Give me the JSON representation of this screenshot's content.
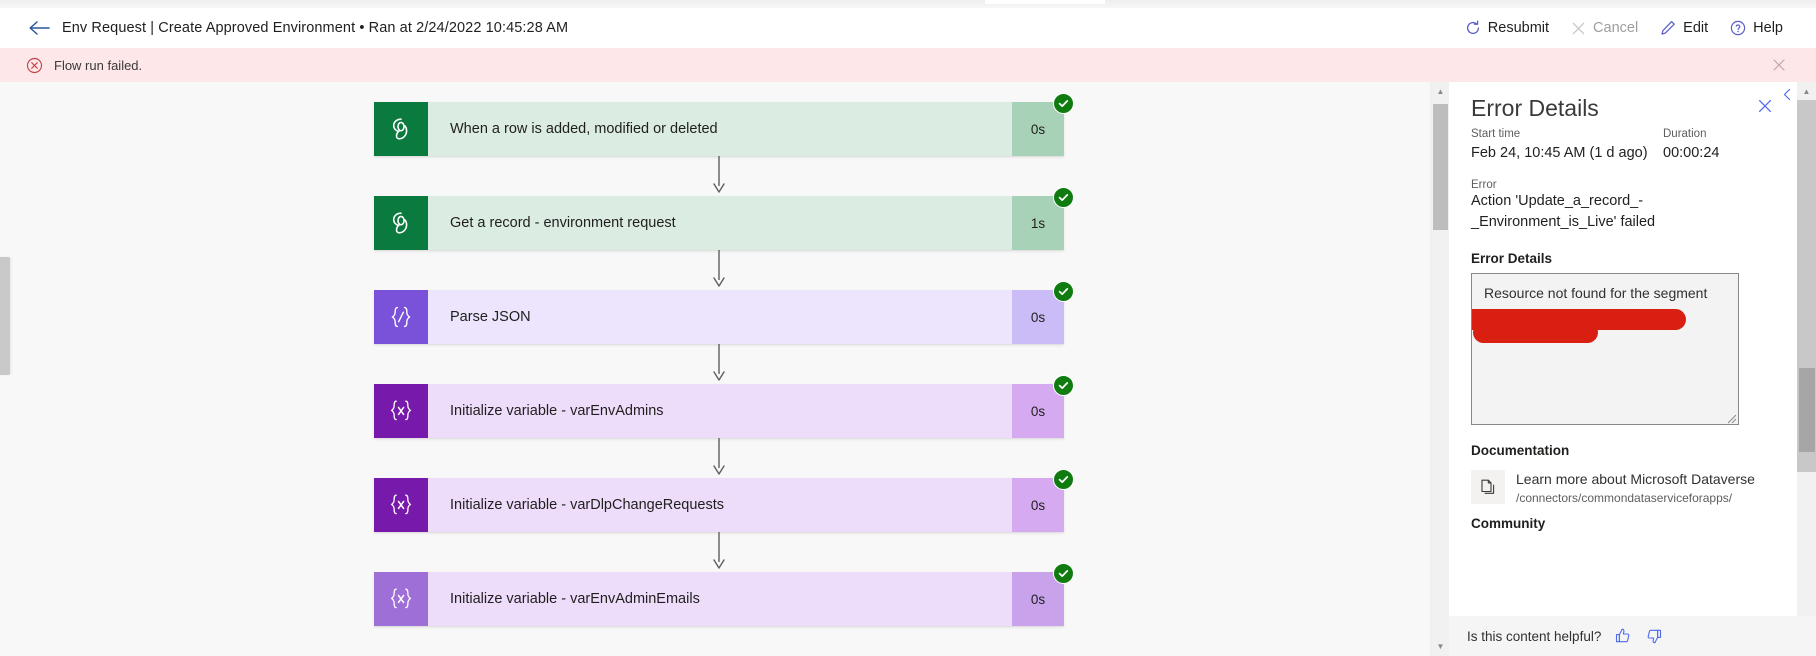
{
  "header": {
    "back_icon": "back-arrow-icon",
    "title": "Env Request | Create Approved Environment • Ran at 2/24/2022 10:45:28 AM",
    "toolbar": [
      {
        "label": "Resubmit",
        "icon": "refresh-icon",
        "disabled": false
      },
      {
        "label": "Cancel",
        "icon": "close-icon",
        "disabled": true
      },
      {
        "label": "Edit",
        "icon": "pencil-icon",
        "disabled": false
      },
      {
        "label": "Help",
        "icon": "question-circle-icon",
        "disabled": false
      }
    ]
  },
  "banner": {
    "icon": "error-circle-icon",
    "text": "Flow run failed.",
    "close_icon": "close-icon",
    "background": "#fde7e9",
    "icon_color": "#c2474d"
  },
  "flow": {
    "cards": [
      {
        "name": "When a row is added, modified or deleted",
        "duration": "0s",
        "icon": "dataverse-icon",
        "status": "succeeded",
        "theme": "t-green"
      },
      {
        "name": "Get a record - environment request",
        "duration": "1s",
        "icon": "dataverse-icon",
        "status": "succeeded",
        "theme": "t-green"
      },
      {
        "name": "Parse JSON",
        "duration": "0s",
        "icon": "parse-json-icon",
        "status": "succeeded",
        "theme": "t-purple-light"
      },
      {
        "name": "Initialize variable - varEnvAdmins",
        "duration": "0s",
        "icon": "variable-icon",
        "status": "succeeded",
        "theme": "t-purple"
      },
      {
        "name": "Initialize variable - varDlpChangeRequests",
        "duration": "0s",
        "icon": "variable-icon",
        "status": "succeeded",
        "theme": "t-purple"
      },
      {
        "name": "Initialize variable - varEnvAdminEmails",
        "duration": "0s",
        "icon": "variable-icon",
        "status": "succeeded",
        "theme": "t-purple-soft"
      }
    ],
    "status_badge_icon": "check-circle-icon",
    "success_color": "#107c10"
  },
  "panel": {
    "title": "Error Details",
    "close_icon": "close-icon",
    "start_time_label": "Start time",
    "start_time_value": "Feb 24, 10:45 AM (1 d ago)",
    "duration_label": "Duration",
    "duration_value": "00:00:24",
    "error_label": "Error",
    "error_value": "Action 'Update_a_record_-_Environment_is_Live' failed",
    "error_details_heading": "Error Details",
    "error_details_text": "Resource not found for the segment",
    "redaction_color": "#d91f11",
    "documentation_heading": "Documentation",
    "doc_icon": "document-copy-icon",
    "doc_title": "Learn more about Microsoft Dataverse",
    "doc_url": "/connectors/commondataserviceforapps/",
    "community_heading": "Community",
    "footer_text": "Is this content helpful?",
    "thumbs_up_icon": "thumbs-up-icon",
    "thumbs_down_icon": "thumbs-down-icon"
  }
}
